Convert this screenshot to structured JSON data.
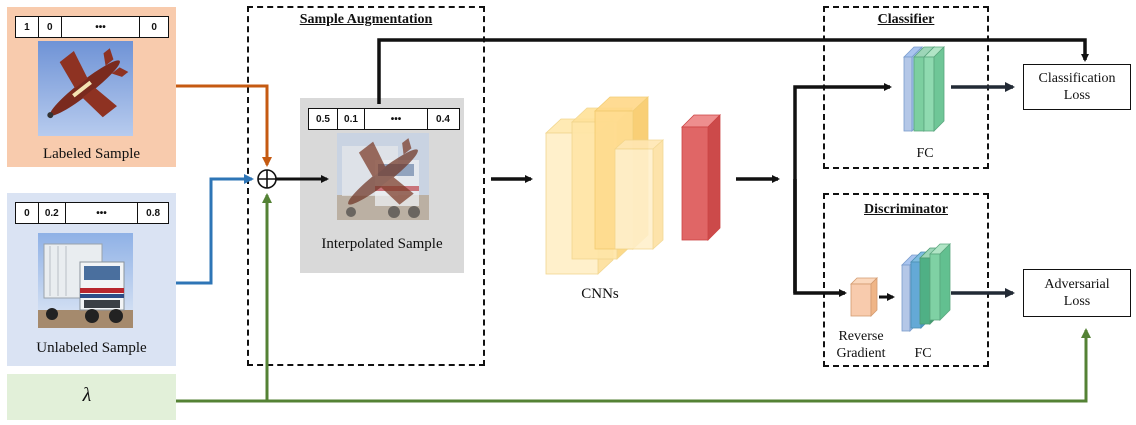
{
  "labeled": {
    "vector": [
      "1",
      "0",
      "•••",
      "0"
    ],
    "caption": "Labeled Sample",
    "image": "airplane-photo"
  },
  "unlabeled": {
    "vector": [
      "0",
      "0.2",
      "•••",
      "0.8"
    ],
    "caption": "Unlabeled Sample",
    "image": "truck-photo"
  },
  "lambda": {
    "symbol": "λ"
  },
  "augmentation": {
    "title": "Sample Augmentation",
    "vector": [
      "0.5",
      "0.1",
      "•••",
      "0.4"
    ],
    "caption": "Interpolated Sample",
    "image": "mixed-airplane-truck-photo"
  },
  "cnn": {
    "caption": "CNNs"
  },
  "classifier": {
    "title": "Classifier",
    "fc_label": "FC"
  },
  "discriminator": {
    "title": "Discriminator",
    "reverse_label_1": "Reverse",
    "reverse_label_2": "Gradient",
    "fc_label": "FC"
  },
  "outputs": {
    "classification_loss_1": "Classification",
    "classification_loss_2": "Loss",
    "adversarial_loss_1": "Adversarial",
    "adversarial_loss_2": "Loss"
  },
  "colors": {
    "labeled_bg": "#f8cbad",
    "unlabeled_bg": "#dae3f3",
    "lambda_bg": "#e2f0d9",
    "interp_bg": "#d9d9d9",
    "orange_line": "#c55a11",
    "blue_line": "#2e75b6",
    "green_line": "#548235",
    "cnn_fill": "#ffe6a6",
    "red_block": "#e06666"
  }
}
